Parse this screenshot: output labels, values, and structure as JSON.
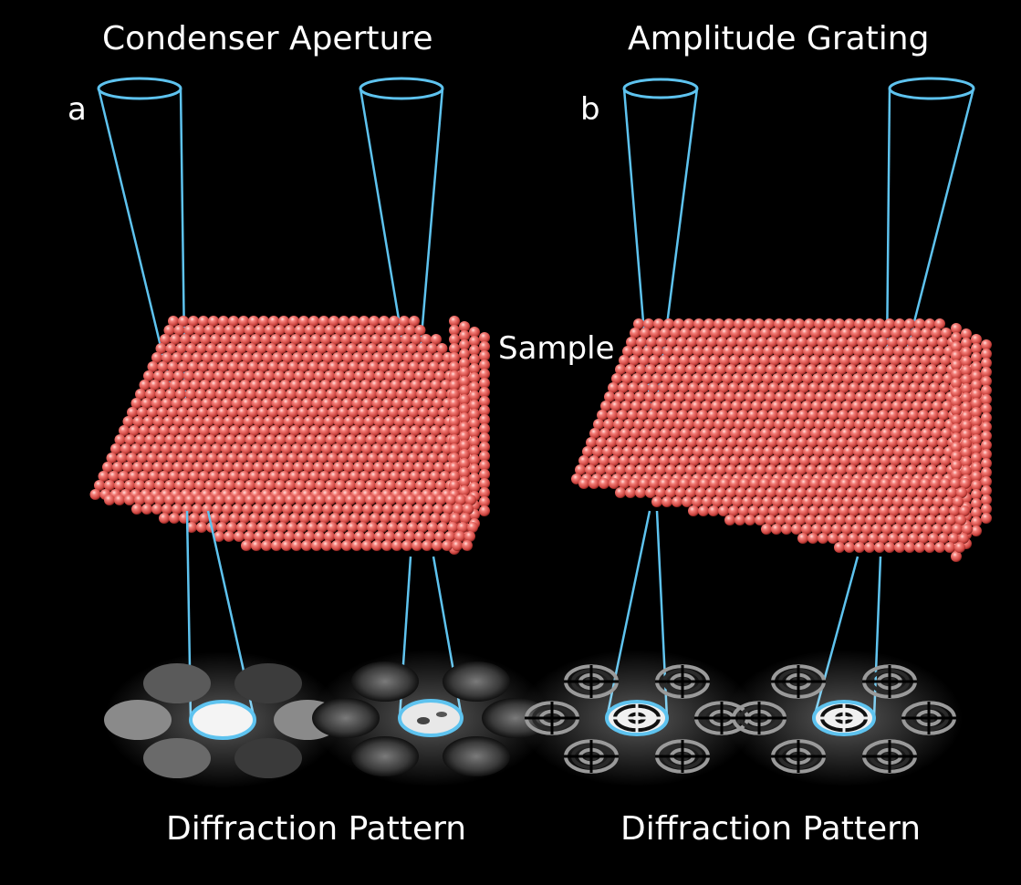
{
  "panels": [
    {
      "letter": "a",
      "top_label": "Condenser Aperture",
      "bottom_label": "Diffraction Pattern"
    },
    {
      "letter": "b",
      "top_label": "Amplitude Grating",
      "bottom_label": "Diffraction Pattern"
    }
  ],
  "sample_label": "Sample",
  "colors": {
    "background": "#000000",
    "beam": "#5ec3ef",
    "atom": "#f0726f",
    "atom_highlight": "#ffd2cf",
    "atom_shadow": "#8a2a28",
    "text": "#ffffff"
  }
}
